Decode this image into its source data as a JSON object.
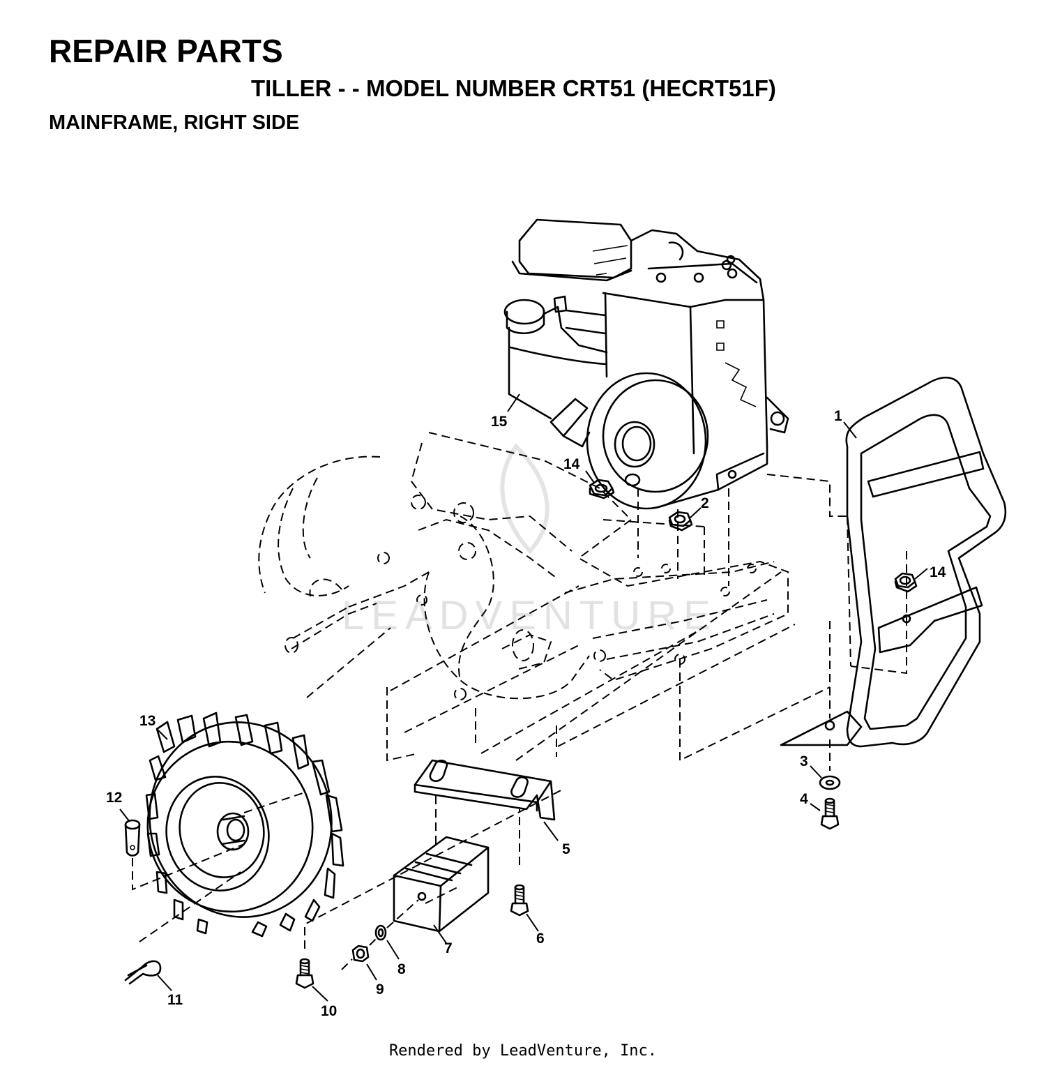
{
  "header": {
    "title": "REPAIR PARTS",
    "subtitle": "TILLER - - MODEL NUMBER CRT51 (HECRT51F)",
    "section": "MAINFRAME, RIGHT SIDE"
  },
  "watermark": "LEADVENTURE",
  "callouts": [
    "1",
    "2",
    "3",
    "4",
    "5",
    "6",
    "7",
    "8",
    "9",
    "10",
    "11",
    "12",
    "13",
    "14",
    "15",
    "14"
  ],
  "footer": "Rendered by LeadVenture, Inc."
}
